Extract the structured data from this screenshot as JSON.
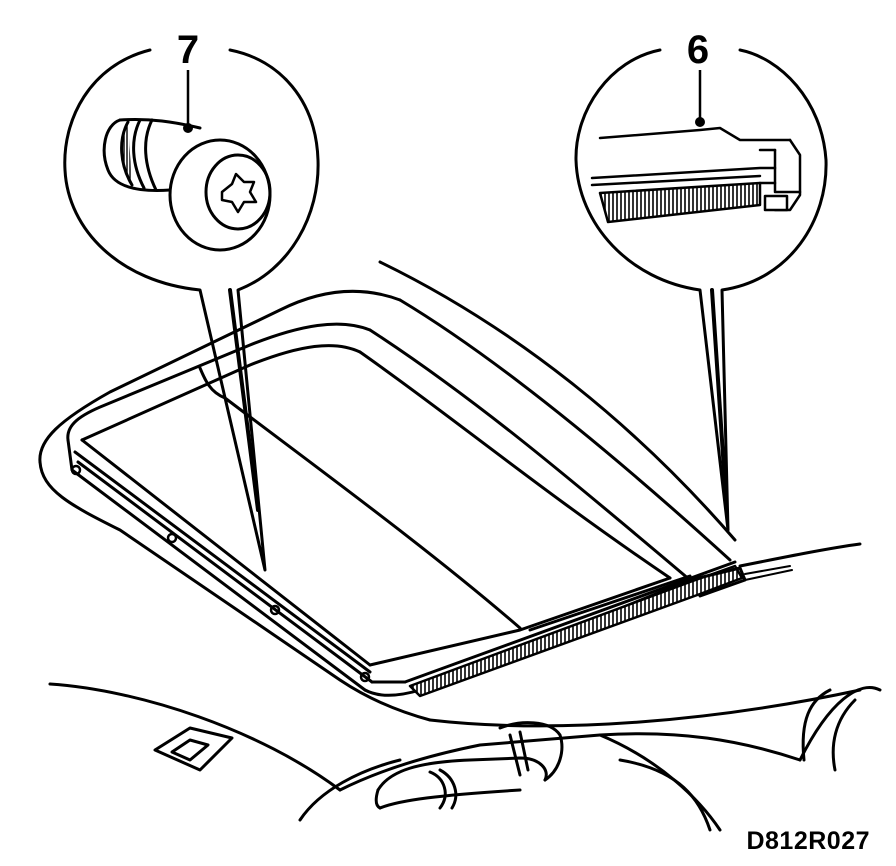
{
  "callouts": {
    "screw": {
      "number": "7",
      "icon": "torx-screw-icon"
    },
    "seal_strip": {
      "number": "6",
      "icon": "seal-strip-icon"
    }
  },
  "drawing_code": "D812R027",
  "colors": {
    "ink": "#000000",
    "paper": "#ffffff"
  }
}
